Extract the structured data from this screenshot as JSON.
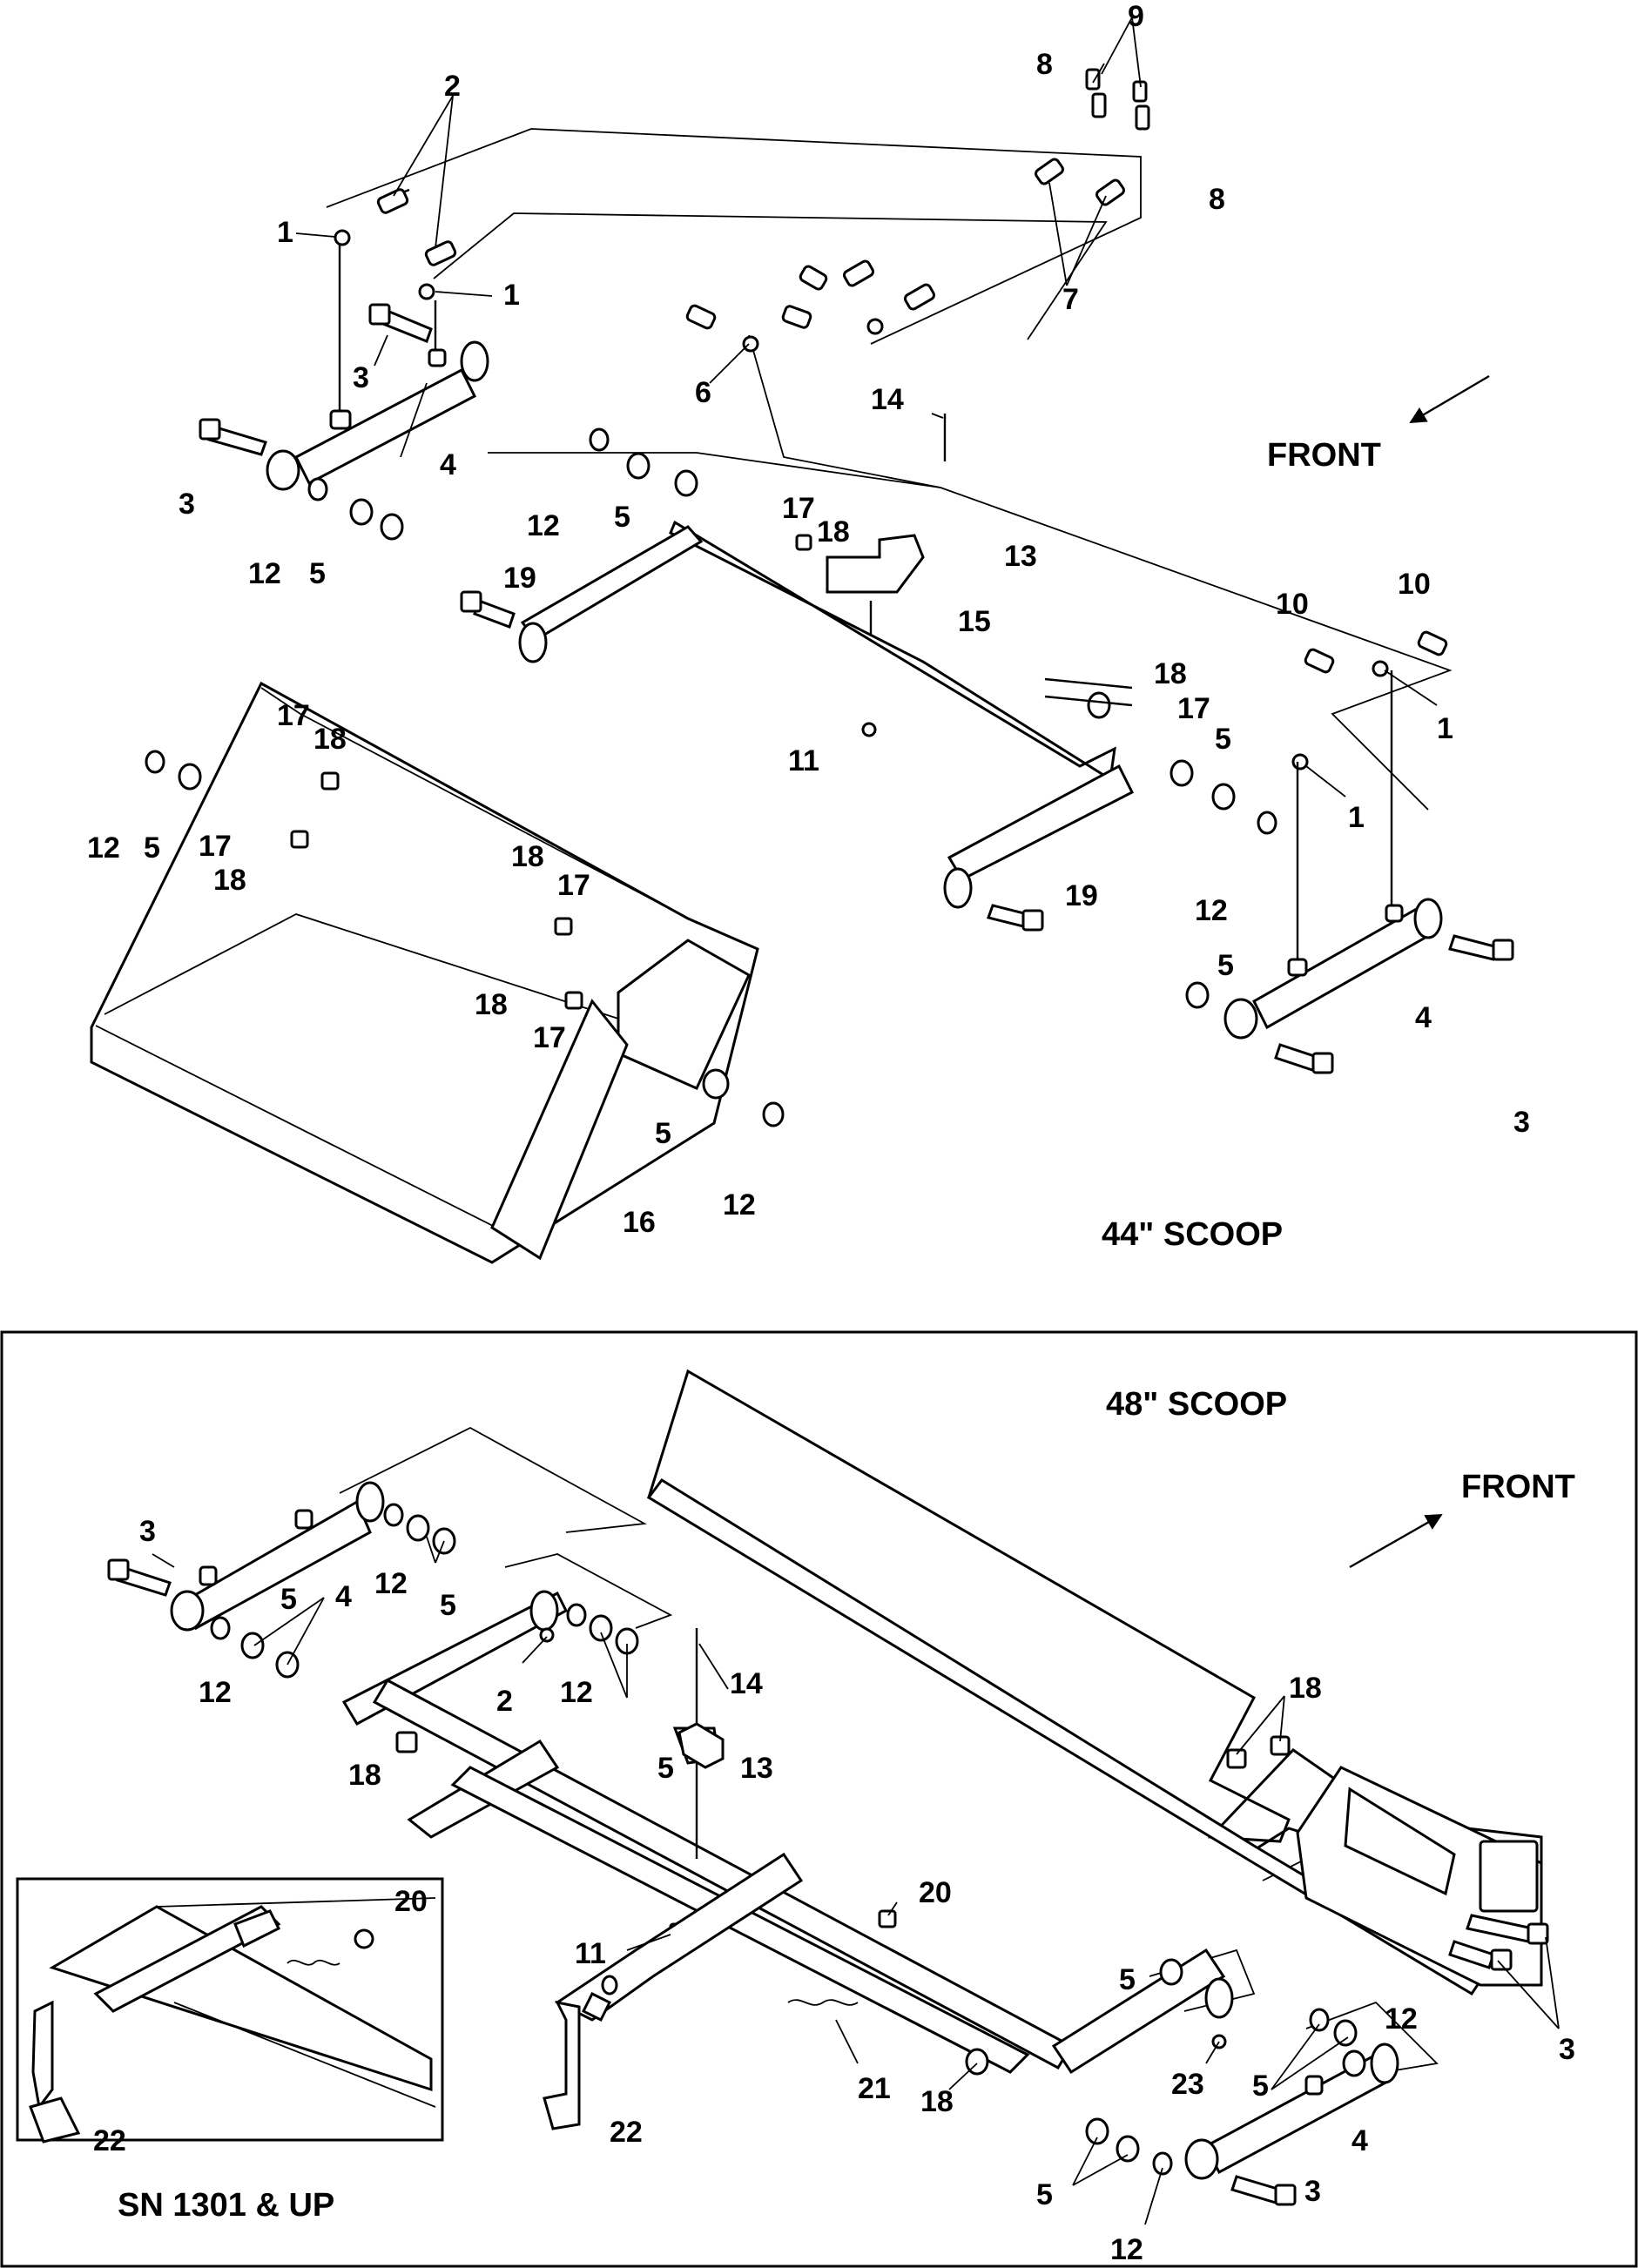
{
  "diagram": {
    "top_title": "44\" SCOOP",
    "bottom_title": "48\" SCOOP",
    "inset_title": "SN 1301 & UP",
    "front_label_top": "FRONT",
    "front_label_bottom": "FRONT",
    "callouts": {
      "c1a": "1",
      "c1b": "1",
      "c1c": "1",
      "c1d": "1",
      "c2": "2",
      "c3a": "3",
      "c3b": "3",
      "c3c": "3",
      "c4a": "4",
      "c4b": "4",
      "c5a": "5",
      "c5b": "5",
      "c5c": "5",
      "c5d": "5",
      "c5e": "5",
      "c5f": "5",
      "c6": "6",
      "c7": "7",
      "c8a": "8",
      "c8b": "8",
      "c9": "9",
      "c10a": "10",
      "c10b": "10",
      "c11": "11",
      "c12a": "12",
      "c12b": "12",
      "c12c": "12",
      "c12d": "12",
      "c12e": "12",
      "c13": "13",
      "c14": "14",
      "c15": "15",
      "c16": "16",
      "c17a": "17",
      "c17b": "17",
      "c17c": "17",
      "c17d": "17",
      "c17e": "17",
      "c18a": "18",
      "c18b": "18",
      "c18c": "18",
      "c18d": "18",
      "c18e": "18",
      "c18f": "18",
      "c19a": "19",
      "c19b": "19",
      "b3a": "3",
      "b3b": "3",
      "b3c": "3",
      "b4a": "4",
      "b4b": "4",
      "b5a": "5",
      "b5b": "5",
      "b5c": "5",
      "b5d": "5",
      "b5e": "5",
      "b5f": "5",
      "b2": "2",
      "b11": "11",
      "b12a": "12",
      "b12b": "12",
      "b12c": "12",
      "b12d": "12",
      "b12e": "12",
      "b13": "13",
      "b14": "14",
      "b18a": "18",
      "b18b": "18",
      "b18c": "18",
      "b20a": "20",
      "b20b": "20",
      "b21": "21",
      "b22a": "22",
      "b22b": "22",
      "b23": "23"
    }
  }
}
